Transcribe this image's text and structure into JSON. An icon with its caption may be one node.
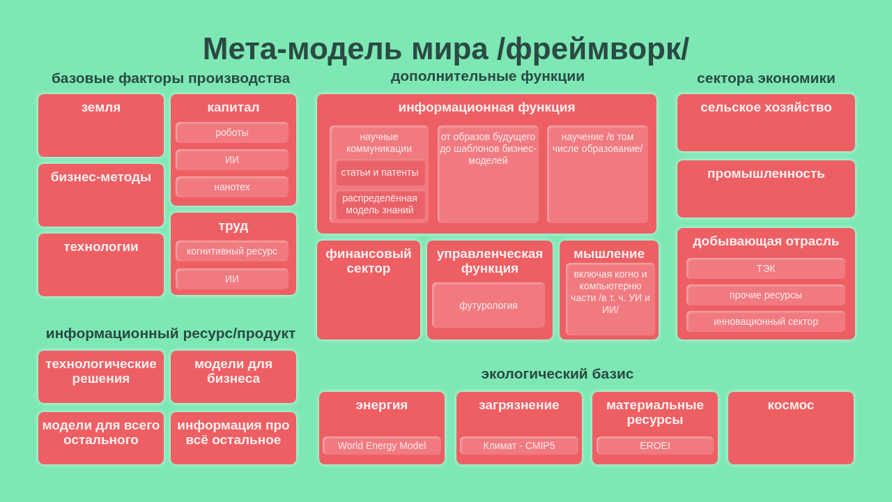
{
  "diagram": {
    "title": "Мета-модель мира /фреймворк/",
    "nodes": [
      {
        "text": [
          "земля"
        ]
      },
      {
        "text": [
          "капитал"
        ]
      },
      {
        "text": [
          "роботы"
        ],
        "in": 1
      },
      {
        "text": [
          "ИИ"
        ],
        "in": 1
      },
      {
        "text": [
          "нанотех"
        ],
        "in": 1
      },
      {
        "text": [
          "бизнес-методы"
        ]
      },
      {
        "text": [
          "технологии"
        ]
      },
      {
        "text": [
          "труд"
        ]
      },
      {
        "text": [
          "когнитивный ресурс"
        ],
        "in": 7
      },
      {
        "text": [
          "ИИ"
        ],
        "in": 7
      },
      {
        "text": [
          "информационная функция"
        ]
      },
      {
        "text": [
          "научные коммуникации"
        ],
        "in": 10
      },
      {
        "text": [
          "статьи и патенты"
        ],
        "in": 11
      },
      {
        "text": [
          "распределённая модель знаний"
        ],
        "in": 11
      },
      {
        "text": [
          "от образов будущего до шаблонов бизнес-моделей"
        ],
        "in": 10
      },
      {
        "text": [
          "научение /в том числе образование/"
        ],
        "in": 10
      },
      {
        "text": [
          "финансовый сектор"
        ]
      },
      {
        "text": [
          "управленческая функция"
        ]
      },
      {
        "text": [
          "футурология"
        ],
        "in": 17
      },
      {
        "text": [
          "мышление"
        ]
      },
      {
        "text": [
          "включая когно и компьютерню части /в т. ч. УИ и ИИ/"
        ],
        "in": 19
      },
      {
        "text": [
          "сельское хозяйство"
        ]
      },
      {
        "text": [
          "промышленность"
        ]
      },
      {
        "text": [
          "добывающая отрасль"
        ]
      },
      {
        "text": [
          "ТЭК"
        ],
        "in": 23
      },
      {
        "text": [
          "прочие ресурсы"
        ],
        "in": 23
      },
      {
        "text": [
          "инновационный сектор"
        ],
        "in": 23
      },
      {
        "text": [
          "технологические решения"
        ]
      },
      {
        "text": [
          "модели для бизнеса"
        ]
      },
      {
        "text": [
          "модели для всего остального"
        ]
      },
      {
        "text": [
          "информация про всё остальное"
        ]
      },
      {
        "text": [
          "энергия"
        ]
      },
      {
        "text": [
          "World Energy Model"
        ],
        "in": 31
      },
      {
        "text": [
          "загрязнение"
        ]
      },
      {
        "text": [
          "Климат - CMIP5"
        ],
        "in": 33
      },
      {
        "text": [
          "материальные ресурсы"
        ]
      },
      {
        "text": [
          "EROEI"
        ],
        "in": 35
      },
      {
        "text": [
          "космос"
        ]
      }
    ],
    "edges": [],
    "labels": [
      "базовые факторы производства",
      "дополнительные функции",
      "сектора экономики",
      "информационный ресурс/продукт",
      "экологический базис"
    ]
  }
}
